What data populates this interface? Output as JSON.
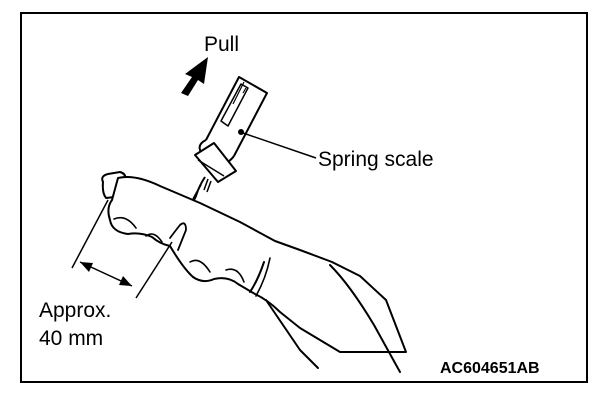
{
  "labels": {
    "pull": "Pull",
    "spring_scale": "Spring scale",
    "approx_line1": "Approx.",
    "approx_line2": "40 mm",
    "figure_code": "AC604651AB"
  }
}
